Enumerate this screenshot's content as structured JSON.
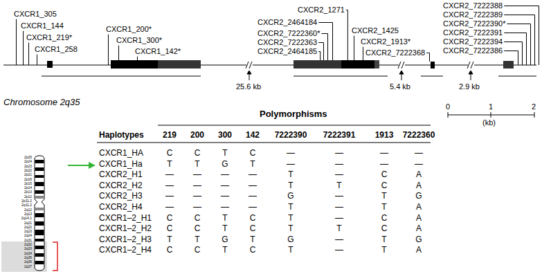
{
  "diagram": {
    "labels": [
      "CXCR1_305",
      "CXCR1_144",
      "CXCR1_219*",
      "CXCR1_258",
      "CXCR1_200*",
      "CXCR1_300*",
      "CXCR1_142*",
      "CXCR2_1271",
      "CXCR2_2464184",
      "CXCR2_7222360*",
      "CXCR2_7222363",
      "CXCR2_2464185",
      "CXCR2_1425",
      "CXCR2_1913*",
      "CXCR2_7222368",
      "CXCR2_7222388",
      "CXCR2_7222389",
      "CXCR2_7222390*",
      "CXCR2_7222391",
      "CXCR2_7222394",
      "CXCR2_7222386",
      "25.6 kb",
      "5.4 kb",
      "2.9 kb",
      "Chromosome 2q35",
      "2p25",
      "2p24",
      "2p23",
      "2p22",
      "2p21",
      "2p16",
      "2p15",
      "2p14",
      "2p13",
      "2p12",
      "2p11.2",
      "2q11.2",
      "2q12",
      "2q13",
      "2q14.1",
      "2q21",
      "2q22",
      "2q23",
      "2q24",
      "2q31",
      "2q32",
      "2q33",
      "2q34",
      "2q35",
      "2q36",
      "2q37",
      "Polymorphisms",
      "Haplotypes",
      "219",
      "200",
      "300",
      "142",
      "7222390",
      "7222391",
      "1913",
      "7222360",
      "CXCR1_HA",
      "C",
      "C",
      "T",
      "C",
      "—",
      "—",
      "—",
      "—",
      "CXCR1_Ha",
      "T",
      "T",
      "G",
      "T",
      "—",
      "—",
      "—",
      "—",
      "CXCR2_H1",
      "—",
      "—",
      "—",
      "—",
      "T",
      "—",
      "C",
      "A",
      "CXCR2_H2",
      "—",
      "—",
      "—",
      "—",
      "T",
      "T",
      "C",
      "A",
      "CXCR2_H3",
      "—",
      "—",
      "—",
      "—",
      "G",
      "—",
      "T",
      "G",
      "CXCR2_H4",
      "—",
      "—",
      "—",
      "—",
      "T",
      "—",
      "T",
      "A",
      "CXCR1–2_H1",
      "C",
      "C",
      "T",
      "C",
      "T",
      "—",
      "C",
      "A",
      "CXCR1–2_H2",
      "C",
      "C",
      "T",
      "C",
      "T",
      "T",
      "C",
      "A",
      "CXCR1–2_H3",
      "T",
      "T",
      "G",
      "T",
      "G",
      "—",
      "T",
      "G",
      "CXCR1–2_H4",
      "C",
      "C",
      "T",
      "C",
      "T",
      "—",
      "T",
      "A",
      "0",
      "1",
      "2",
      "(kb)"
    ]
  }
}
